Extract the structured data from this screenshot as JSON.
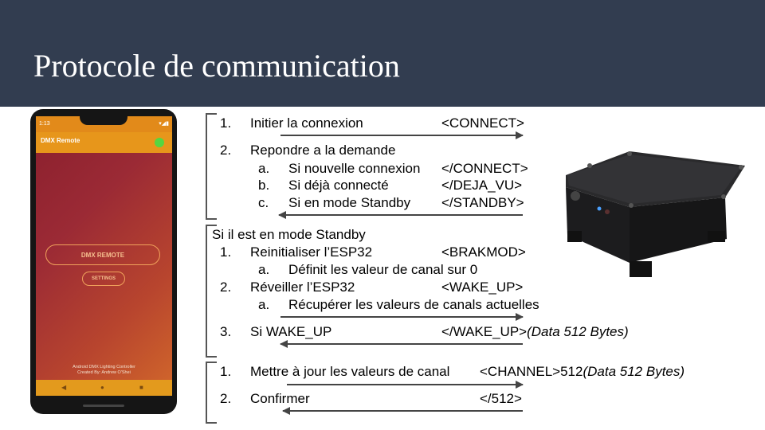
{
  "title": "Protocole de communication",
  "phone_app": {
    "status_time": "1:13",
    "app_title": "DMX Remote",
    "remote_button": "DMX REMOTE",
    "settings_button": "SETTINGS",
    "credit_line1": "Android DMX Lighting Controller",
    "credit_line2": "Created By: Andrew O'Shei",
    "nav_back": "◀",
    "nav_home": "●",
    "nav_recent": "■"
  },
  "section1": {
    "s1_num": "1.",
    "s1_label": "Initier la connexion",
    "s1_cmd": "<CONNECT>",
    "s2_num": "2.",
    "s2_label": "Repondre a la demande",
    "a_num": "a.",
    "a_label": "Si nouvelle connexion",
    "a_cmd": "</CONNECT>",
    "b_num": "b.",
    "b_label": "Si déjà connecté",
    "b_cmd": "</DEJA_VU>",
    "c_num": "c.",
    "c_label": "Si en mode Standby",
    "c_cmd": "</STANDBY>"
  },
  "section2": {
    "heading": "Si il est en mode Standby",
    "s1_num": "1.",
    "s1_label": "Reinitialiser l’ESP32",
    "s1_cmd": "<BRAKMOD>",
    "s1a_num": "a.",
    "s1a_label": "Définit les valeur de canal sur 0",
    "s2_num": "2.",
    "s2_label": "Réveiller l’ESP32",
    "s2_cmd": "<WAKE_UP>",
    "s2a_num": "a.",
    "s2a_label": "Récupérer les valeurs de canals actuelles",
    "s3_num": "3.",
    "s3_label": "Si WAKE_UP",
    "s3_cmd": "</WAKE_UP>",
    "s3_note": "(Data 512 Bytes)"
  },
  "section3": {
    "s1_num": "1.",
    "s1_label": "Mettre à jour les valeurs de canal",
    "s1_cmd": "<CHANNEL>512",
    "s1_note": "(Data 512 Bytes)",
    "s2_num": "2.",
    "s2_label": "Confirmer",
    "s2_cmd": "</512>"
  },
  "colors": {
    "title_bar": "#323d50",
    "arrow": "#444444",
    "app_orange": "#e7961b",
    "status_green": "#56d640"
  }
}
